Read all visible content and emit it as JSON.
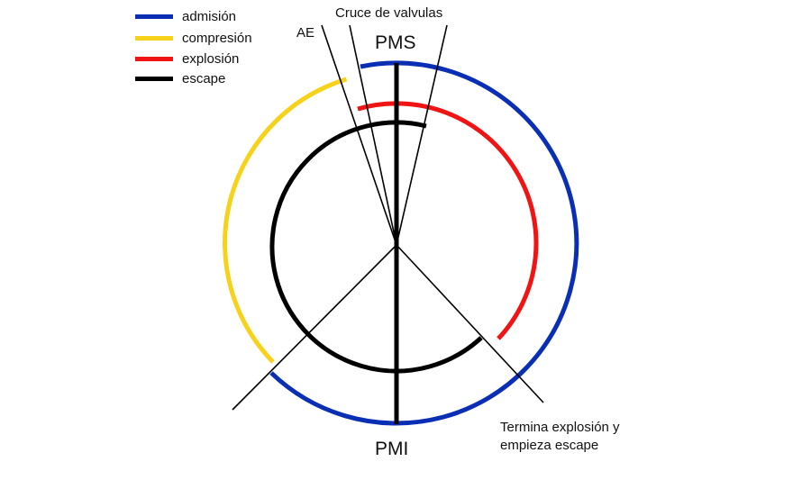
{
  "legend": [
    {
      "label": "admisión",
      "color": "#0a2fb5"
    },
    {
      "label": "compresión",
      "color": "#f7d21a"
    },
    {
      "label": "explosión",
      "color": "#f01414"
    },
    {
      "label": "escape",
      "color": "#000000"
    }
  ],
  "labels": {
    "valve_overlap": "Cruce de valvulas",
    "ae": "AE",
    "pms": "PMS",
    "pmi": "PMI",
    "end_explosion_line1": "Termina explosión y",
    "end_explosion_line2": "empieza escape"
  }
}
